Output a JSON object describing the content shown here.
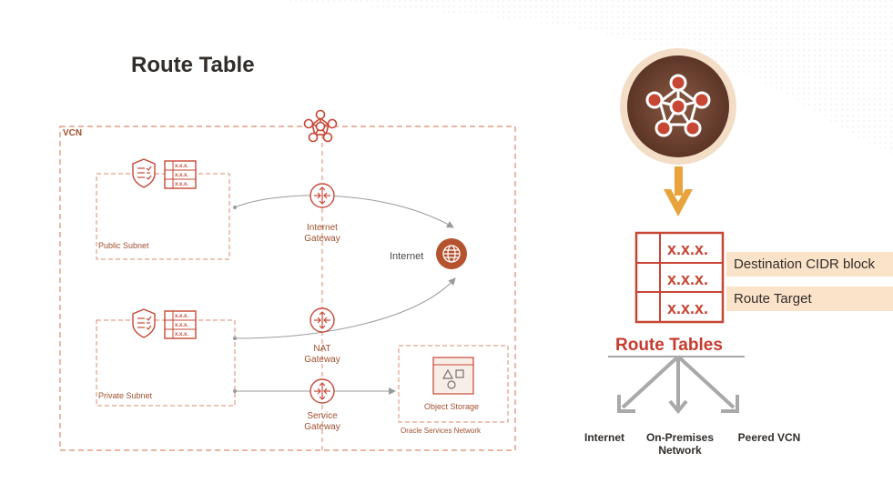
{
  "title": "Route Table",
  "vcn_label": "VCN",
  "subnets": {
    "public": "Public Subnet",
    "private": "Private Subnet"
  },
  "gateways": {
    "internet": [
      "Internet",
      "Gateway"
    ],
    "nat": [
      "NAT",
      "Gateway"
    ],
    "service": [
      "Service",
      "Gateway"
    ]
  },
  "internet_label": "Internet",
  "object_storage": "Object Storage",
  "oracle_services_network": "Oracle Services Network",
  "mini_table_cell": "x.x.x.",
  "route_table_cell": "x.x.x.",
  "route_table_rows": [
    "Destination CIDR block",
    "Route Target"
  ],
  "route_tables_title": "Route Tables",
  "destinations": [
    [
      "Internet"
    ],
    [
      "On-Premises",
      "Network"
    ],
    [
      "Peered VCN"
    ]
  ],
  "colors": {
    "accent": "#c74634",
    "line": "#dd8a6a",
    "arrow_gold": "#e8a33d",
    "band": "#fbe3c9",
    "title_red": "#c73b2f",
    "gray_arrow": "#a9a9a9"
  },
  "icons": [
    "vcn-network-icon",
    "security-list-icon",
    "table-icon",
    "router-icon",
    "globe-icon",
    "object-storage-icon",
    "down-arrow-icon"
  ]
}
